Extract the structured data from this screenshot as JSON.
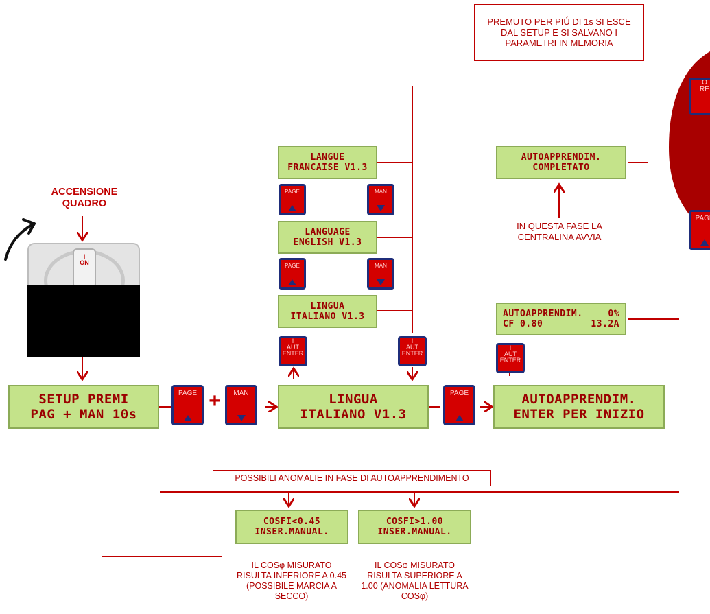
{
  "notes": {
    "top_box": "PREMUTO PER PIÚ DI 1s SI ESCE DAL SETUP E SI SALVANO I PARAMETRI IN MEMORIA",
    "accensione": "ACCENSIONE QUADRO",
    "fase": "IN QUESTA FASE LA CENTRALINA AVVIA",
    "anomalie": "POSSIBILI ANOMALIE IN FASE DI AUTOAPPRENDIMENTO",
    "cosfi_low_desc": "IL COSφ MISURATO RISULTA INFERIORE A 0.45 (POSSIBILE MARCIA A SECCO)",
    "cosfi_high_desc": "IL COSφ MISURATO RISULTA SUPERIORE A 1.00 (ANOMALIA LETTURA COSφ)"
  },
  "switch": {
    "on_label": "ON",
    "mark": "I"
  },
  "displays": {
    "setup": [
      "SETUP PREMI",
      "PAG + MAN 10s"
    ],
    "lingua_main": [
      "LINGUA",
      "ITALIANO V1.3"
    ],
    "autoapp_enter": [
      "AUTOAPPRENDIM.",
      "ENTER PER INIZIO"
    ],
    "langue_fr": [
      "LANGUE",
      "FRANCAISE V1.3"
    ],
    "language_en": [
      "LANGUAGE",
      "ENGLISH V1.3"
    ],
    "lingua_it": [
      "LINGUA",
      "ITALIANO V1.3"
    ],
    "autoapp_done": [
      "AUTOAPPRENDIM.",
      "COMPLETATO"
    ],
    "autoapp_progress": {
      "l1a": "AUTOAPPRENDIM.",
      "l1b": "0%",
      "l2a": "CF 0.80",
      "l2b": "13.2A"
    },
    "cosfi_low": [
      "COSFI<0.45",
      "INSER.MANUAL."
    ],
    "cosfi_high": [
      "COSFI>1.00",
      "INSER.MANUAL."
    ]
  },
  "buttons": {
    "page": "PAGE",
    "man": "MAN",
    "enter_top": "I",
    "enter_mid": "AUT",
    "enter_bot": "ENTER",
    "plus": "+",
    "partial_top": "O",
    "partial_sub": "RE"
  },
  "colors": {
    "accent": "#c00000",
    "lcd_bg": "#c4e38a",
    "button_frame": "#1f2d7a",
    "button_face": "#d40000"
  }
}
